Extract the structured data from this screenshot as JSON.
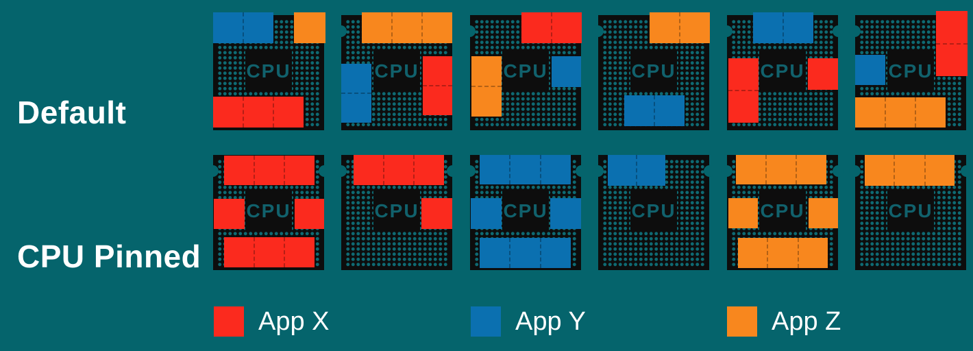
{
  "colors": {
    "background": "#05646c",
    "chip": "#0d0d0d",
    "pin_dot": "#0e6a73",
    "cpu_text": "#11616c",
    "apps": {
      "x": "#fb2a1e",
      "y": "#0b70b0",
      "z": "#f8871e"
    }
  },
  "chip_label": "CPU",
  "rows": [
    {
      "label": "Default",
      "chips": [
        {
          "blocks": [
            {
              "app": "y",
              "l": 0,
              "t": -4,
              "w": 88,
              "h": 45,
              "cells": 2,
              "dir": "h"
            },
            {
              "app": "z",
              "l": 118,
              "t": -4,
              "w": 46,
              "h": 45,
              "cells": 1,
              "dir": "h"
            },
            {
              "app": "x",
              "l": 0,
              "t": 119,
              "w": 132,
              "h": 45,
              "cells": 3,
              "dir": "h"
            }
          ]
        },
        {
          "blocks": [
            {
              "app": "z",
              "l": 30,
              "t": -4,
              "w": 132,
              "h": 45,
              "cells": 3,
              "dir": "h"
            },
            {
              "app": "y",
              "l": 0,
              "t": 71,
              "w": 44,
              "h": 86,
              "cells": 2,
              "dir": "v"
            },
            {
              "app": "x",
              "l": 119,
              "t": 60,
              "w": 43,
              "h": 86,
              "cells": 2,
              "dir": "v"
            }
          ]
        },
        {
          "blocks": [
            {
              "app": "x",
              "l": 75,
              "t": -4,
              "w": 88,
              "h": 45,
              "cells": 2,
              "dir": "h"
            },
            {
              "app": "z",
              "l": 2,
              "t": 60,
              "w": 44,
              "h": 88,
              "cells": 2,
              "dir": "v"
            },
            {
              "app": "y",
              "l": 119,
              "t": 60,
              "w": 43,
              "h": 45,
              "cells": 1,
              "dir": "h"
            }
          ]
        },
        {
          "blocks": [
            {
              "app": "z",
              "l": 75,
              "t": -4,
              "w": 88,
              "h": 45,
              "cells": 2,
              "dir": "h"
            },
            {
              "app": "y",
              "l": 38,
              "t": 117,
              "w": 88,
              "h": 45,
              "cells": 2,
              "dir": "h"
            }
          ]
        },
        {
          "blocks": [
            {
              "app": "y",
              "l": 38,
              "t": -4,
              "w": 88,
              "h": 45,
              "cells": 2,
              "dir": "h"
            },
            {
              "app": "x",
              "l": 2,
              "t": 63,
              "w": 44,
              "h": 94,
              "cells": 2,
              "dir": "v"
            },
            {
              "app": "x",
              "l": 118,
              "t": 63,
              "w": 44,
              "h": 46,
              "cells": 1,
              "dir": "h"
            }
          ]
        },
        {
          "blocks": [
            {
              "app": "x",
              "l": 118,
              "t": -6,
              "w": 46,
              "h": 95,
              "cells": 2,
              "dir": "v"
            },
            {
              "app": "y",
              "l": 0,
              "t": 58,
              "w": 44,
              "h": 44,
              "cells": 1,
              "dir": "h"
            },
            {
              "app": "z",
              "l": 0,
              "t": 120,
              "w": 132,
              "h": 44,
              "cells": 3,
              "dir": "h"
            }
          ]
        }
      ]
    },
    {
      "label": "CPU Pinned",
      "chips": [
        {
          "blocks": [
            {
              "app": "x",
              "l": 16,
              "t": 1,
              "w": 132,
              "h": 43,
              "cells": 3,
              "dir": "h"
            },
            {
              "app": "x",
              "l": 1,
              "t": 64,
              "w": 45,
              "h": 44,
              "cells": 1,
              "dir": "h"
            },
            {
              "app": "x",
              "l": 119,
              "t": 64,
              "w": 43,
              "h": 44,
              "cells": 1,
              "dir": "h"
            },
            {
              "app": "x",
              "l": 16,
              "t": 120,
              "w": 132,
              "h": 44,
              "cells": 3,
              "dir": "h"
            }
          ]
        },
        {
          "blocks": [
            {
              "app": "x",
              "l": 18,
              "t": 0,
              "w": 132,
              "h": 44,
              "cells": 3,
              "dir": "h"
            },
            {
              "app": "x",
              "l": 117,
              "t": 63,
              "w": 45,
              "h": 45,
              "cells": 1,
              "dir": "h"
            }
          ]
        },
        {
          "blocks": [
            {
              "app": "y",
              "l": 14,
              "t": 0,
              "w": 133,
              "h": 43,
              "cells": 3,
              "dir": "h"
            },
            {
              "app": "y",
              "l": 1,
              "t": 63,
              "w": 45,
              "h": 45,
              "cells": 1,
              "dir": "h"
            },
            {
              "app": "y",
              "l": 117,
              "t": 63,
              "w": 45,
              "h": 45,
              "cells": 1,
              "dir": "h"
            },
            {
              "app": "y",
              "l": 14,
              "t": 121,
              "w": 133,
              "h": 44,
              "cells": 3,
              "dir": "h"
            }
          ]
        },
        {
          "blocks": [
            {
              "app": "y",
              "l": 14,
              "t": 0,
              "w": 84,
              "h": 45,
              "cells": 2,
              "dir": "h"
            }
          ]
        },
        {
          "blocks": [
            {
              "app": "z",
              "l": 13,
              "t": 0,
              "w": 132,
              "h": 43,
              "cells": 3,
              "dir": "h"
            },
            {
              "app": "z",
              "l": 2,
              "t": 63,
              "w": 43,
              "h": 44,
              "cells": 1,
              "dir": "h"
            },
            {
              "app": "z",
              "l": 119,
              "t": 63,
              "w": 43,
              "h": 44,
              "cells": 1,
              "dir": "h"
            },
            {
              "app": "z",
              "l": 16,
              "t": 121,
              "w": 131,
              "h": 44,
              "cells": 3,
              "dir": "h"
            }
          ]
        },
        {
          "blocks": [
            {
              "app": "z",
              "l": 14,
              "t": 0,
              "w": 131,
              "h": 45,
              "cells": 3,
              "dir": "h"
            }
          ]
        }
      ]
    }
  ],
  "legend": [
    {
      "app": "x",
      "label": "App X"
    },
    {
      "app": "y",
      "label": "App Y"
    },
    {
      "app": "z",
      "label": "App Z"
    }
  ]
}
